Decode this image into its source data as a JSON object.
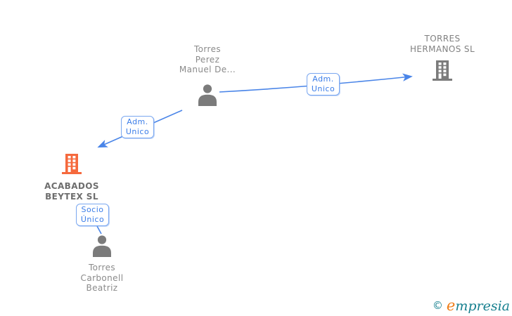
{
  "diagram": {
    "nodes": [
      {
        "id": "torres-perez-manuel",
        "type": "person",
        "icon": "person-icon",
        "label": "Torres\nPerez\nManuel De..."
      },
      {
        "id": "torres-hermanos-sl",
        "type": "company",
        "icon": "building-icon",
        "label": "TORRES\nHERMANOS SL"
      },
      {
        "id": "acabados-beytex-sl",
        "type": "company",
        "icon": "building-icon",
        "highlighted": true,
        "label": "ACABADOS\nBEYTEX SL"
      },
      {
        "id": "torres-carbonell-beatriz",
        "type": "person",
        "icon": "person-icon",
        "label": "Torres\nCarbonell\nBeatriz"
      }
    ],
    "edges": [
      {
        "from": "torres-perez-manuel",
        "to": "torres-hermanos-sl",
        "label": "Adm.\nUnico"
      },
      {
        "from": "torres-perez-manuel",
        "to": "acabados-beytex-sl",
        "label": "Adm.\nUnico"
      },
      {
        "from": "torres-carbonell-beatriz",
        "to": "acabados-beytex-sl",
        "label": "Socio\nÚnico"
      }
    ]
  },
  "colors": {
    "edge_blue": "#4a85e8",
    "label_border_blue": "#7aa7f0",
    "label_text_blue": "#3b7de8",
    "node_gray": "#7b7b7b",
    "person_text_gray": "#8a8a8a",
    "company_text_gray": "#818181",
    "highlight_orange": "#f5693d",
    "logo_teal": "#17808f",
    "logo_orange": "#ef7d17"
  },
  "footer": {
    "copyright_symbol": "©",
    "brand_initial": "e",
    "brand_rest": "mpresia"
  }
}
